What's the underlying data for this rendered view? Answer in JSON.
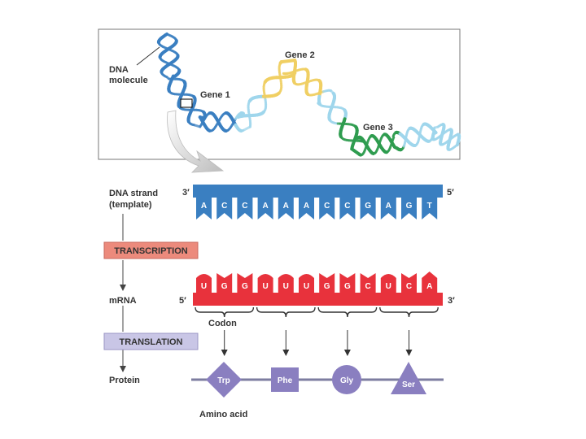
{
  "top_panel": {
    "dna_label_line1": "DNA",
    "dna_label_line2": "molecule",
    "gene1": "Gene 1",
    "gene2": "Gene 2",
    "gene3": "Gene 3"
  },
  "dna_strand": {
    "label_line1": "DNA strand",
    "label_line2": "(template)",
    "end_left": "3′",
    "end_right": "5′",
    "bases": [
      "A",
      "C",
      "C",
      "A",
      "A",
      "A",
      "C",
      "C",
      "G",
      "A",
      "G",
      "T"
    ]
  },
  "transcription": {
    "label": "TRANSCRIPTION"
  },
  "mrna": {
    "label": "mRNA",
    "end_left": "5′",
    "end_right": "3′",
    "bases": [
      "U",
      "G",
      "G",
      "U",
      "U",
      "U",
      "G",
      "G",
      "C",
      "U",
      "C",
      "A"
    ],
    "codon_label": "Codon"
  },
  "translation": {
    "label": "TRANSLATION"
  },
  "protein": {
    "label": "Protein",
    "amino_acids": [
      {
        "name": "Trp",
        "shape": "diamond"
      },
      {
        "name": "Phe",
        "shape": "square"
      },
      {
        "name": "Gly",
        "shape": "circle"
      },
      {
        "name": "Ser",
        "shape": "triangle"
      }
    ],
    "amino_acid_label": "Amino acid"
  },
  "colors": {
    "dna_blue": "#3a7fc1",
    "mrna_red": "#e8323c",
    "transcription_box": "#ec8a7c",
    "translation_box": "#c9c6e6",
    "amino_acid": "#8a7fc0",
    "gene2_yellow": "#f0cf63",
    "gene3_green": "#2e9c4f",
    "helix_light": "#9fd6ec"
  }
}
